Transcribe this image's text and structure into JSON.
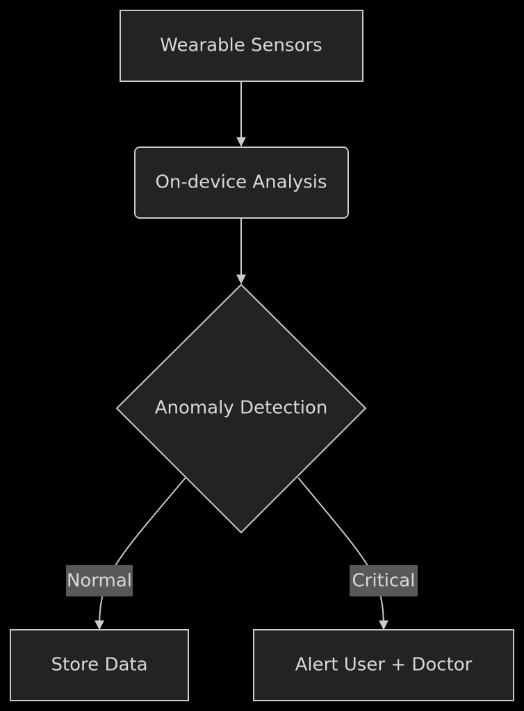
{
  "colors": {
    "background": "#000000",
    "node_fill": "#222423",
    "node_stroke": "#cccccc",
    "edge_stroke": "#cccccc",
    "text": "#d8d8d8",
    "edge_label_bg": "#585858"
  },
  "nodes": {
    "wearable_sensors": "Wearable Sensors",
    "on_device_analysis": "On-device Analysis",
    "anomaly_detection": "Anomaly Detection",
    "store_data": "Store Data",
    "alert_user_doctor": "Alert User + Doctor"
  },
  "edges": {
    "normal": "Normal",
    "critical": "Critical"
  }
}
